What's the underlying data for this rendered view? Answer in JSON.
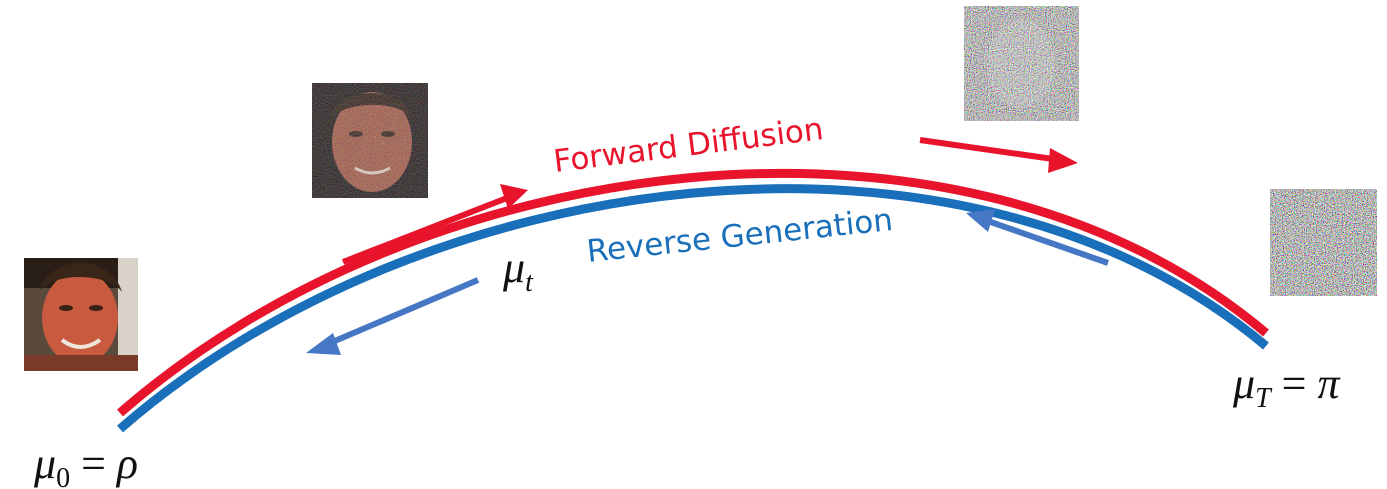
{
  "labels": {
    "forward": "Forward Diffusion",
    "reverse": "Reverse Generation"
  },
  "math": {
    "mu": "μ",
    "sub_0": "0",
    "sub_t": "t",
    "sub_T": "T",
    "equals": " = ",
    "rho": "ρ",
    "pi": "π"
  },
  "colors": {
    "forward": "#e8142c",
    "reverse": "#1a6fba",
    "reverse_arrow": "#4677c4"
  },
  "images": [
    "clean-face-image",
    "slightly-noisy-face-image",
    "mostly-noise-image",
    "pure-noise-image"
  ]
}
